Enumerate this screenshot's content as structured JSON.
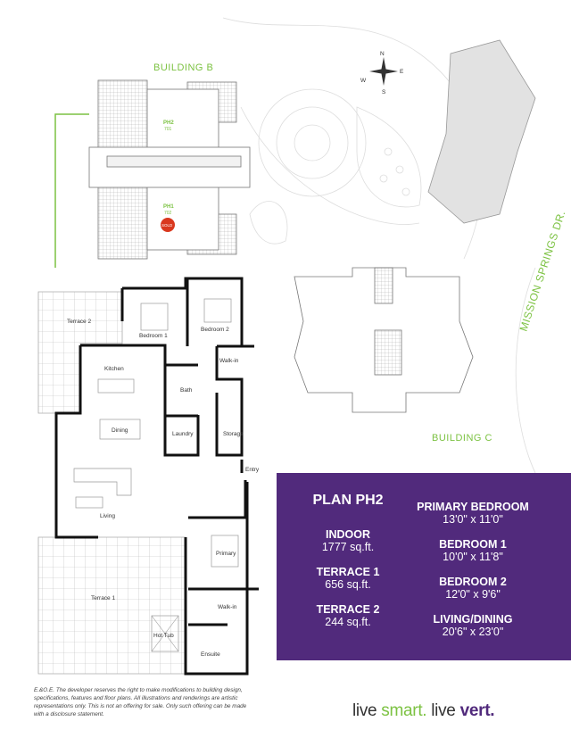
{
  "site": {
    "building_b_label": "BUILDING B",
    "building_c_label": "BUILDING C",
    "street_label": "MISSION SPRINGS DR.",
    "units": [
      {
        "name": "PH2",
        "number": "701"
      },
      {
        "name": "PH1",
        "number": "702",
        "badge": "SOLD"
      }
    ],
    "compass": {
      "n": "N",
      "e": "E",
      "s": "S",
      "w": "W"
    }
  },
  "floorplan": {
    "rooms": {
      "terrace2": "Terrace 2",
      "bedroom1": "Bedroom 1",
      "bedroom2": "Bedroom 2",
      "walkin1": "Walk-in",
      "kitchen": "Kitchen",
      "bath": "Bath",
      "dining": "Dining",
      "laundry": "Laundry",
      "storage": "Storage",
      "entry": "Entry",
      "living": "Living",
      "primary": "Primary",
      "terrace1": "Terrace 1",
      "walkin2": "Walk-in",
      "hottub": "Hot Tub",
      "ensuite": "Ensuite"
    }
  },
  "specs": {
    "plan": "PLAN PH2",
    "areas": [
      {
        "label": "INDOOR",
        "value": "1777 sq.ft."
      },
      {
        "label": "TERRACE 1",
        "value": "656 sq.ft."
      },
      {
        "label": "TERRACE 2",
        "value": "244 sq.ft."
      }
    ],
    "rooms": [
      {
        "label": "PRIMARY BEDROOM",
        "value": "13'0\" x 11'0\""
      },
      {
        "label": "BEDROOM 1",
        "value": "10'0\" x 11'8\""
      },
      {
        "label": "BEDROOM 2",
        "value": "12'0\" x 9'6\""
      },
      {
        "label": "LIVING/DINING",
        "value": "20'6\" x 23'0\""
      }
    ]
  },
  "footer": {
    "disclaimer": "E.&O.E. The developer reserves the right to make modifications to building design, specifications, features and floor plans. All illustrations and renderings are artistic representations only. This is not an offering for sale. Only such offering can be made with a disclosure statement.",
    "tagline_a": "live ",
    "tagline_b": "smart.",
    "tagline_c": " live ",
    "tagline_d": "vert",
    "tagline_e": "."
  },
  "colors": {
    "purple": "#512a7c",
    "green": "#7cc242",
    "sold": "#d9381e"
  }
}
